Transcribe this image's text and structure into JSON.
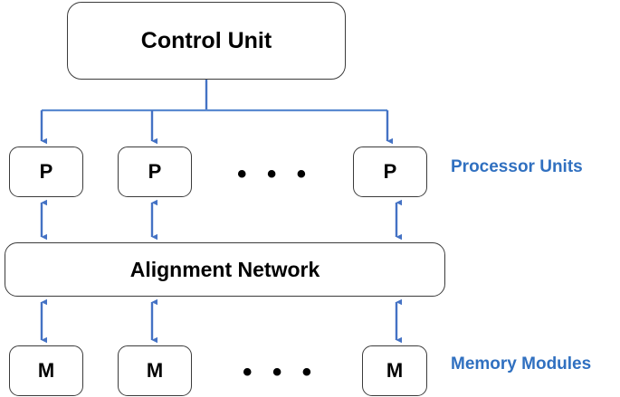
{
  "diagram": {
    "title_text": "Control Unit",
    "accent_blue": "#4472C4",
    "label_blue": "#3070C0",
    "outline_color": "#3B3B3B",
    "background": "#FFFFFF",
    "nodes": {
      "control_unit": "Control Unit",
      "alignment_network": "Alignment Network",
      "processors": [
        "P",
        "P",
        "P"
      ],
      "memories": [
        "M",
        "M",
        "M"
      ]
    },
    "ellipsis": {
      "processor_row": "• • •",
      "memory_row": "• • •"
    },
    "side_labels": {
      "processor_units": "Processor Units",
      "memory_modules": "Memory Modules"
    }
  }
}
